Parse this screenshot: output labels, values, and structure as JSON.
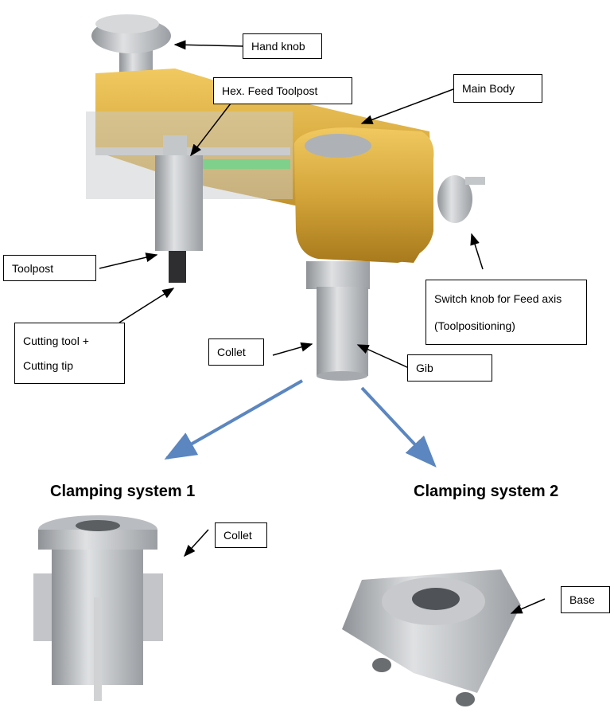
{
  "labels": {
    "hand_knob": "Hand knob",
    "hex_feed_toolpost": "Hex. Feed Toolpost",
    "main_body": "Main Body",
    "toolpost": "Toolpost",
    "switch_knob_line1": "Switch knob for Feed axis",
    "switch_knob_line2": "(Toolpositioning)",
    "cutting_line1": "Cutting tool +",
    "cutting_line2": "Cutting tip",
    "collet": "Collet",
    "gib": "Gib",
    "collet_2": "Collet",
    "base": "Base"
  },
  "headings": {
    "clamping_1": "Clamping system 1",
    "clamping_2": "Clamping system 2"
  },
  "colors": {
    "body_gold": "#d4a53a",
    "arrow_blue": "#5b86c0",
    "metal": "#b9bcc0",
    "rod_green": "#7fd08a"
  }
}
